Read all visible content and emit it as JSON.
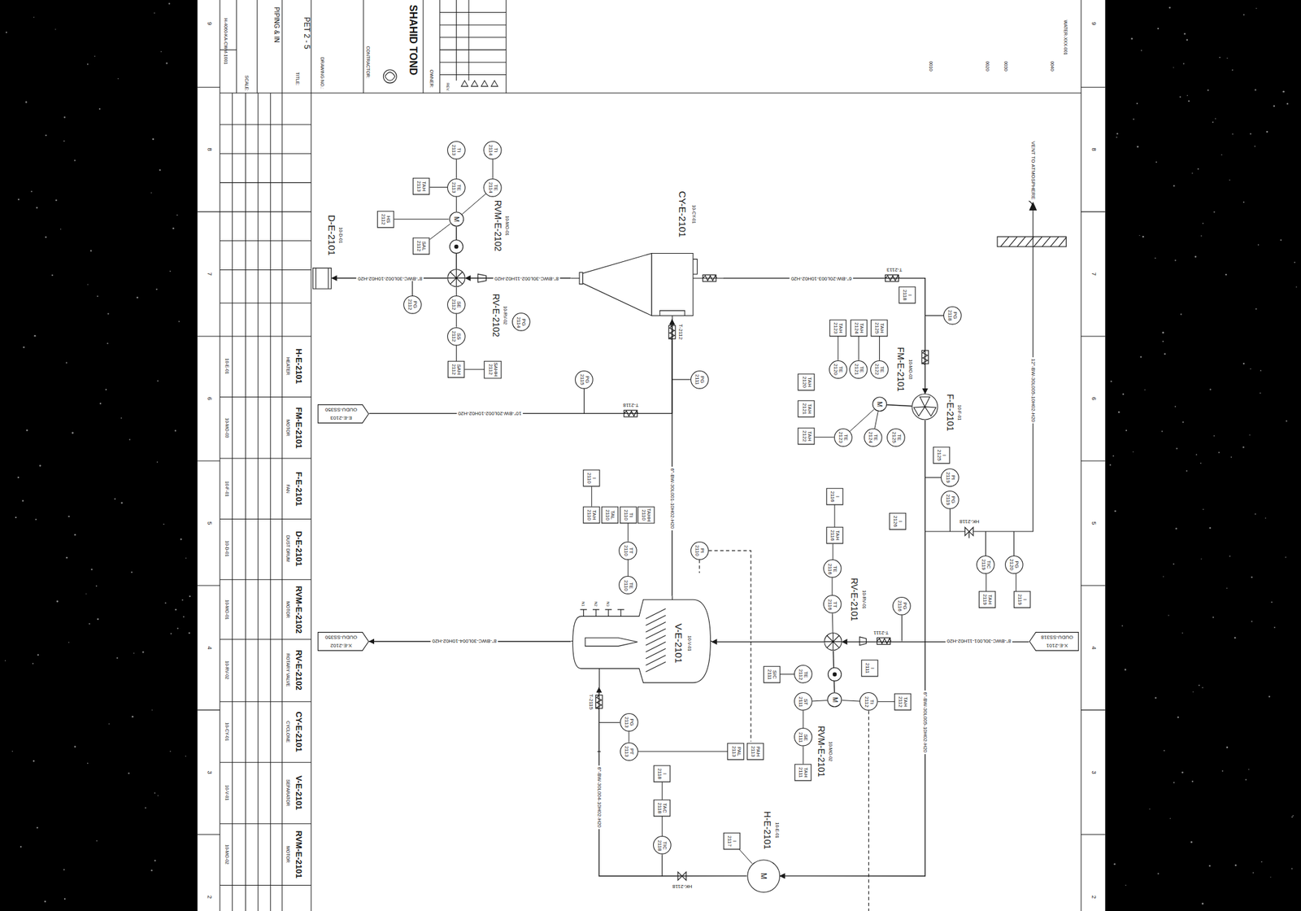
{
  "diagram": {
    "nodes": [
      {
        "text": [
          "D-E-2101"
        ]
      },
      {
        "text": [
          "RVM-E-2102",
          "M"
        ]
      },
      {
        "text": [
          "RV-E-2102"
        ]
      },
      {
        "text": [
          "CY-E-2101"
        ]
      },
      {
        "text": [
          "V-E-2101"
        ]
      },
      {
        "text": [
          "RVM-E-2101",
          "M"
        ]
      },
      {
        "text": [
          "RV-E-2101"
        ]
      },
      {
        "text": [
          "FM-E-2101",
          "M"
        ]
      },
      {
        "text": [
          "F-E-2101"
        ]
      },
      {
        "text": [
          "H-E-2101",
          "M"
        ]
      },
      {
        "text": [
          "E-E-2103",
          "OUDU-SS350"
        ]
      },
      {
        "text": [
          "X-E-2102",
          "OUDU-SS350"
        ]
      },
      {
        "text": [
          "X-E-2101",
          "OUDU-SS318"
        ]
      },
      {
        "text": [
          "TE 2113"
        ]
      },
      {
        "text": [
          "TI 2113"
        ]
      },
      {
        "text": [
          "TE 2114"
        ]
      },
      {
        "text": [
          "TI 2114"
        ]
      },
      {
        "text": [
          "PG 2112"
        ]
      },
      {
        "text": [
          "SE 2112"
        ]
      },
      {
        "text": [
          "SS 2112"
        ]
      },
      {
        "text": [
          "PG 2114"
        ]
      },
      {
        "text": [
          "PG 2115"
        ]
      },
      {
        "text": [
          "PG 2111"
        ]
      },
      {
        "text": [
          "PI 2110"
        ]
      },
      {
        "text": [
          "TT 2110"
        ]
      },
      {
        "text": [
          "TE 2110"
        ]
      },
      {
        "text": [
          "PG 2113"
        ]
      },
      {
        "text": [
          "PT 2113"
        ]
      },
      {
        "text": [
          "TIC 2118"
        ]
      },
      {
        "text": [
          "TT 2116"
        ]
      },
      {
        "text": [
          "TE 2116"
        ]
      },
      {
        "text": [
          "PG 2116"
        ]
      },
      {
        "text": [
          "SE 2111"
        ]
      },
      {
        "text": [
          "ST 2111"
        ]
      },
      {
        "text": [
          "TE 2112"
        ]
      },
      {
        "text": [
          "TI 2112"
        ]
      },
      {
        "text": [
          "TE 2120"
        ]
      },
      {
        "text": [
          "TE 2121"
        ]
      },
      {
        "text": [
          "TE 2122"
        ]
      },
      {
        "text": [
          "TE 2123"
        ]
      },
      {
        "text": [
          "TE 2124"
        ]
      },
      {
        "text": [
          "TE 2125"
        ]
      },
      {
        "text": [
          "PI 2119"
        ]
      },
      {
        "text": [
          "PG 2119"
        ]
      },
      {
        "text": [
          "PG 2118"
        ]
      },
      {
        "text": [
          "TIC 2119"
        ]
      },
      {
        "text": [
          "PG 2120"
        ]
      },
      {
        "text": [
          "TAH 2113"
        ]
      },
      {
        "text": [
          "HS 2112"
        ]
      },
      {
        "text": [
          "SAL 2112"
        ]
      },
      {
        "text": [
          "SAH 2112"
        ]
      },
      {
        "text": [
          "SAHH 2112"
        ]
      },
      {
        "text": [
          "I 2110"
        ]
      },
      {
        "text": [
          "TAH 2110"
        ]
      },
      {
        "text": [
          "TAL 2110"
        ]
      },
      {
        "text": [
          "TI 2110"
        ]
      },
      {
        "text": [
          "TAHH 2110"
        ]
      },
      {
        "text": [
          "TAH 2116"
        ]
      },
      {
        "text": [
          "I 2116"
        ]
      },
      {
        "text": [
          "SIC 2111"
        ]
      },
      {
        "text": [
          "I 2111"
        ]
      },
      {
        "text": [
          "TAH 2112"
        ]
      },
      {
        "text": [
          "TAH 2111"
        ]
      },
      {
        "text": [
          "I 2118"
        ]
      },
      {
        "text": [
          "TAC 2118"
        ]
      },
      {
        "text": [
          "PAL 2113"
        ]
      },
      {
        "text": [
          "PAH 2113"
        ]
      },
      {
        "text": [
          "TAH 2120"
        ]
      },
      {
        "text": [
          "TAH 2121"
        ]
      },
      {
        "text": [
          "TAH 2122"
        ]
      },
      {
        "text": [
          "TAH 2123"
        ]
      },
      {
        "text": [
          "TAH 2124"
        ]
      },
      {
        "text": [
          "TAH 2125"
        ]
      },
      {
        "text": [
          "I 2125"
        ]
      },
      {
        "text": [
          "I 2126"
        ]
      },
      {
        "text": [
          "TAH 2119"
        ]
      },
      {
        "text": [
          "I 2119"
        ]
      },
      {
        "text": [
          "I 2118"
        ]
      },
      {
        "text": [
          "I 2117"
        ]
      }
    ],
    "edges": [
      {
        "from": 2,
        "to": 0,
        "arrow": "to"
      },
      {
        "from": 3,
        "to": 2,
        "arrow": "to"
      },
      {
        "from": 1,
        "to": 2,
        "arrow": "none"
      },
      {
        "from": 4,
        "to": 3,
        "arrow": "to"
      },
      {
        "from": 10,
        "to": 3,
        "arrow": "to"
      },
      {
        "from": 4,
        "to": 11,
        "arrow": "to"
      },
      {
        "from": 6,
        "to": 4,
        "arrow": "to"
      },
      {
        "from": 12,
        "to": 6,
        "arrow": "to"
      },
      {
        "from": 5,
        "to": 6,
        "arrow": "none"
      },
      {
        "from": 7,
        "to": 8,
        "arrow": "none"
      },
      {
        "from": 3,
        "to": 8,
        "arrow": "to"
      },
      {
        "from": 8,
        "to": 9,
        "arrow": "to"
      },
      {
        "from": 9,
        "to": 4,
        "arrow": "to"
      },
      {
        "from": 1,
        "to": 13,
        "arrow": "none"
      },
      {
        "from": 13,
        "to": 14,
        "arrow": "none"
      },
      {
        "from": 15,
        "to": 16,
        "arrow": "none"
      },
      {
        "from": 1,
        "to": 15,
        "arrow": "none"
      },
      {
        "from": 13,
        "to": 47,
        "arrow": "none"
      },
      {
        "from": 1,
        "to": 48,
        "arrow": "none"
      },
      {
        "from": 1,
        "to": 49,
        "arrow": "none"
      },
      {
        "from": 2,
        "to": 18,
        "arrow": "none"
      },
      {
        "from": 18,
        "to": 19,
        "arrow": "none"
      },
      {
        "from": 19,
        "to": 50,
        "arrow": "none"
      },
      {
        "from": 50,
        "to": 51,
        "arrow": "none"
      },
      {
        "from": 24,
        "to": 25,
        "arrow": "none"
      },
      {
        "from": 24,
        "to": 55,
        "arrow": "none"
      },
      {
        "from": 52,
        "to": 53,
        "arrow": "none"
      },
      {
        "from": 6,
        "to": 29,
        "arrow": "none"
      },
      {
        "from": 29,
        "to": 30,
        "arrow": "none"
      },
      {
        "from": 30,
        "to": 57,
        "arrow": "none"
      },
      {
        "from": 57,
        "to": 58,
        "arrow": "none"
      },
      {
        "from": 5,
        "to": 33,
        "arrow": "none"
      },
      {
        "from": 5,
        "to": 35,
        "arrow": "none"
      },
      {
        "from": 33,
        "to": 32,
        "arrow": "none"
      },
      {
        "from": 32,
        "to": 62,
        "arrow": "none"
      },
      {
        "from": 34,
        "to": 59,
        "arrow": "none"
      },
      {
        "from": 35,
        "to": 61,
        "arrow": "none"
      },
      {
        "from": 26,
        "to": 27,
        "arrow": "none"
      },
      {
        "from": 27,
        "to": 65,
        "arrow": "none"
      },
      {
        "from": 28,
        "to": 64,
        "arrow": "none"
      },
      {
        "from": 64,
        "to": 63,
        "arrow": "none"
      },
      {
        "from": 36,
        "to": 70,
        "arrow": "none"
      },
      {
        "from": 37,
        "to": 71,
        "arrow": "none"
      },
      {
        "from": 38,
        "to": 72,
        "arrow": "none"
      },
      {
        "from": 7,
        "to": 39,
        "arrow": "none"
      },
      {
        "from": 7,
        "to": 40,
        "arrow": "none"
      },
      {
        "from": 39,
        "to": 69,
        "arrow": "none"
      },
      {
        "from": 45,
        "to": 75,
        "arrow": "none"
      },
      {
        "from": 46,
        "to": 76,
        "arrow": "none"
      },
      {
        "from": 78,
        "to": 9,
        "arrow": "none"
      }
    ],
    "labels": [
      "8\"-BWC-30L002-10H02-H20",
      "8\"-BWC-30L002-11H02-H20",
      "6\"-BW-20L003-10H02-H20",
      "10\"-BW-20L002-10H02-H20",
      "8\"-BWC-30L004-10H02-H20",
      "8\"-BWC-30L001-11H02-H20",
      "6\"-BW-30L001-10H02-H20",
      "6\"-BW-30L005-10H02-H20",
      "6\"-BW-30L004-10H02-H20",
      "12\"-BW-30L005-10H02-H20",
      "T-2118",
      "T-2111",
      "T-2112",
      "T-2113",
      "T-2115",
      "HK-2118",
      "HK-2118",
      "VENT TO ATMOSPHERE",
      "10-CY-01",
      "10-D-01",
      "10-MO-01",
      "10-V-01",
      "10-MO-02",
      "10-RV-01",
      "10-MO-03",
      "10-F-01",
      "10-E-01",
      "10-RV-02",
      "N1",
      "N2",
      "N3",
      "9",
      "8",
      "7",
      "6",
      "5",
      "4",
      "3",
      "2",
      "9",
      "8",
      "7",
      "6",
      "5",
      "4",
      "3",
      "2",
      "SHAHID TOND",
      "PET 2 - 5",
      "PIPING & IN",
      "TITLE:",
      "CONTRACTOR:",
      "OWNER:",
      "DRAWING NO.:",
      "SCALE:",
      "H-4060-KA-CWM-1001",
      "REV.",
      "H-E-2101",
      "FM-E-2101",
      "F-E-2101",
      "D-E-2101",
      "RVM-E-2102",
      "RV-E-2102",
      "CY-E-2101",
      "V-E-2101",
      "RVM-E-2101",
      "HEATER",
      "MOTOR",
      "FAN",
      "DUST DRUM",
      "MOTOR",
      "ROTARY VALVE",
      "CYCLONE",
      "SEPARATOR",
      "MOTOR",
      "10-E-01",
      "10-MO-03",
      "10-F-01",
      "10-D-01",
      "10-MO-01",
      "10-RV-02",
      "10-CY-01",
      "10-V-01",
      "10-MO-02",
      "0010",
      "0020",
      "0030",
      "0040",
      "WATER-XXX-001"
    ]
  }
}
